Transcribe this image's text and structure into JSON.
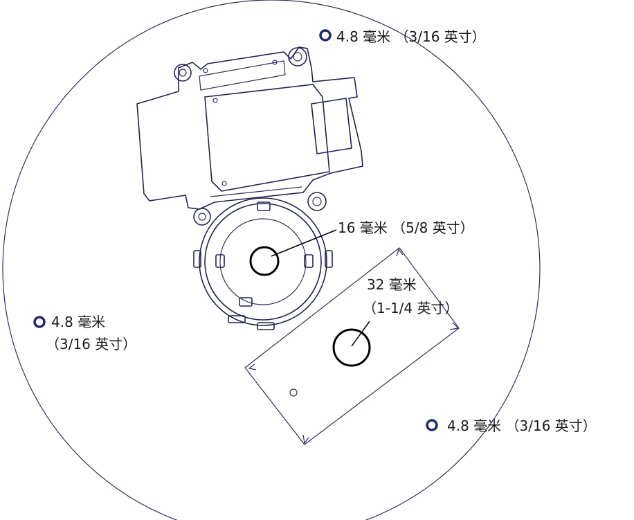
{
  "labels": {
    "top_hole": "4.8 毫米 （3/16 英寸）",
    "left_hole_line1": "4.8 毫米",
    "left_hole_line2": "（3/16 英寸）",
    "bottom_right_hole": "4.8 毫米 （3/16 英寸）",
    "center_hole": "16 毫米 （5/8 英寸）",
    "plate_hole_line1": "32 毫米",
    "plate_hole_line2": "（1-1/4 英寸）"
  },
  "colors": {
    "marker_hole": "#1c2a6e",
    "line": "#2b2f57"
  },
  "icons": [
    "mounting-hole-marker-icon"
  ]
}
